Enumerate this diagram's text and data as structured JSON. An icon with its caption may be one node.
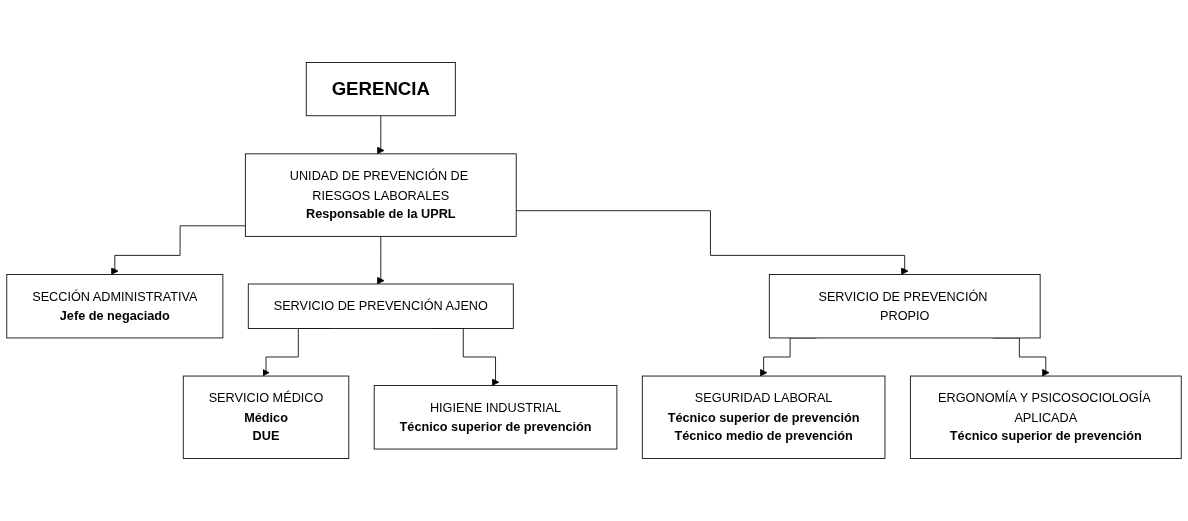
{
  "diagram": {
    "nodes": [
      {
        "text": [
          "GERENCIA"
        ]
      },
      {
        "text": [
          "UNIDAD DE PREVENCIÓN DE RIESGOS LABORALES",
          "Responsable de la UPRL"
        ]
      },
      {
        "text": [
          "SECCIÓN ADMINISTRATIVA",
          "Jefe de negaciado"
        ]
      },
      {
        "text": [
          "SERVICIO DE PREVENCIÓN AJENO"
        ]
      },
      {
        "text": [
          "SERVICIO DE PREVENCIÓN PROPIO"
        ]
      },
      {
        "text": [
          "SERVICIO MÉDICO",
          "Médico",
          "DUE"
        ]
      },
      {
        "text": [
          "HIGIENE INDUSTRIAL",
          "Técnico superior de prevención"
        ]
      },
      {
        "text": [
          "SEGURIDAD LABORAL",
          "Técnico superior de prevención",
          "Técnico medio de prevención"
        ]
      },
      {
        "text": [
          "ERGONOMÍA Y PSICOSOCIOLOGÍA APLICADA",
          "Técnico superior de prevención"
        ]
      }
    ],
    "edges": [
      {
        "from": 0,
        "to": 1,
        "arrow": "to"
      },
      {
        "from": 1,
        "to": 2,
        "arrow": "to"
      },
      {
        "from": 1,
        "to": 3,
        "arrow": "to"
      },
      {
        "from": 1,
        "to": 4,
        "arrow": "to"
      },
      {
        "from": 3,
        "to": 5,
        "arrow": "to"
      },
      {
        "from": 3,
        "to": 6,
        "arrow": "to"
      },
      {
        "from": 4,
        "to": 7,
        "arrow": "to"
      },
      {
        "from": 4,
        "to": 8,
        "arrow": "to"
      }
    ]
  }
}
